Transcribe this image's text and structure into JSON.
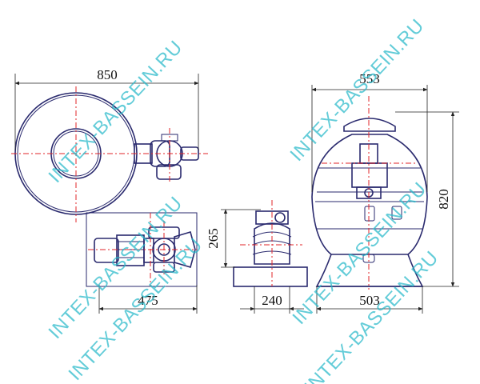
{
  "dimensions": {
    "top_width": "850",
    "side_width": "553",
    "side_height": "820",
    "front_width": "475",
    "small_width": "240",
    "small_height": "265",
    "base_width": "503"
  },
  "watermark": "INTEX-BASSEIN.RU",
  "colors": {
    "line": "#2a2a6e",
    "centerline": "#e0242a",
    "watermark": "#27b8c9"
  }
}
